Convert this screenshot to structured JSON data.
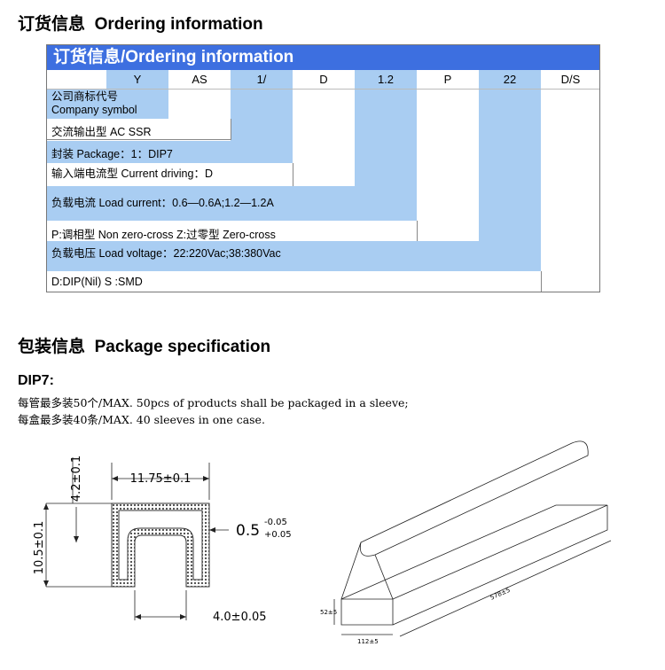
{
  "ordering_heading": {
    "cn": "订货信息",
    "en": "Ordering information"
  },
  "banner": "订货信息/Ordering information",
  "codes": [
    "Y",
    "AS",
    "1/",
    "D",
    "1.2",
    "P",
    "22",
    "D/S"
  ],
  "rows": [
    {
      "lines": [
        "公司商标代号",
        "Company symbol"
      ]
    },
    {
      "lines": [
        "交流输出型 AC SSR"
      ]
    },
    {
      "lines": [
        "封装 Package：1：DIP7"
      ]
    },
    {
      "lines": [
        "输入端电流型  Current driving：D"
      ]
    },
    {
      "lines": [
        "负载电流  Load current：0.6—0.6A;1.2—1.2A"
      ]
    },
    {
      "lines": [
        "P:调相型  Non zero-cross    Z:过零型  Zero-cross"
      ]
    },
    {
      "lines": [
        "负载电压  Load voltage：22:220Vac;38:380Vac"
      ]
    },
    {
      "lines": [
        "D:DIP(Nil)    S :SMD"
      ]
    }
  ],
  "package_heading": {
    "cn": "包装信息",
    "en": "Package specification"
  },
  "dip_title": "DIP7:",
  "pack_lines": [
    "每管最多装50个/MAX. 50pcs of products shall be packaged in a sleeve;",
    "每盒最多装40条/MAX. 40 sleeves in one case."
  ],
  "dims": {
    "width": "11.75±0.1",
    "top": "4.2±0.1",
    "height": "10.5±0.1",
    "wall": "0.5",
    "wall_tol_top": "-0.05",
    "wall_tol_bot": "+0.05",
    "gap": "4.0±0.05",
    "box_h": "52±5",
    "box_w": "112±5",
    "box_l": "578±5"
  },
  "colors": {
    "banner": "#3d6fe0",
    "highlight": "#a9cdf2"
  }
}
